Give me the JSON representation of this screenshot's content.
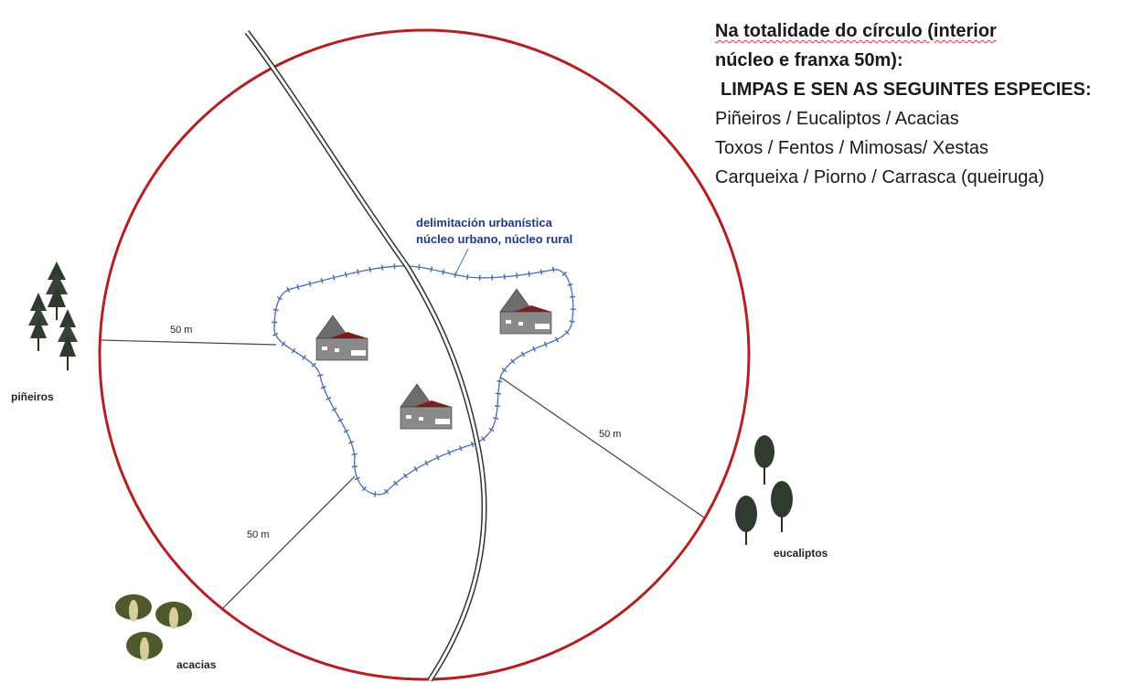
{
  "rules": {
    "title_line1": "Na totalidade do círculo  (interior",
    "title_line2": "núcleo e franxa 50m):",
    "heading": "LIMPAS E SEN AS SEGUINTES ESPECIES:",
    "species_line1": "Piñeiros / Eucaliptos / Acacias",
    "species_line2": "Toxos / Fentos / Mimosas/ Xestas",
    "species_line3": "Carqueixa / Piorno / Carrasca (queiruga)"
  },
  "diagram": {
    "boundary_label_line1": "delimitación urbanística",
    "boundary_label_line2": "núcleo urbano, núcleo rural",
    "distance_label_left": "50 m",
    "distance_label_right": "50 m",
    "distance_label_bottom": "50 m",
    "tree_label_pines": "piñeiros",
    "tree_label_eucalyptus": "eucaliptos",
    "tree_label_acacias": "acacias",
    "circle_color": "#b22222",
    "boundary_color": "#4a6fb3",
    "road_color": "#333333"
  }
}
